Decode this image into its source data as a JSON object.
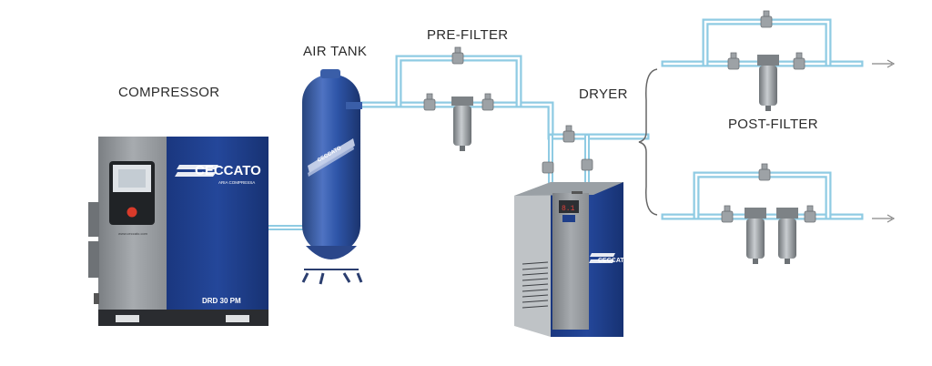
{
  "labels": {
    "compressor": "COMPRESSOR",
    "air_tank": "AIR TANK",
    "pre_filter": "PRE-FILTER",
    "dryer": "DRYER",
    "post_filter": "POST-FILTER"
  },
  "compressor_unit": {
    "brand": "CECCATO",
    "brand_sub": "ARIA COMPRESSA",
    "model": "DRD 30 PM",
    "url": "www.ceccato.com"
  },
  "dryer_unit": {
    "brand": "CECCATO",
    "display": "8.1"
  },
  "tank_unit": {
    "brand": "CECCATO"
  },
  "colors": {
    "brand_blue": "#1d3f8f",
    "pipe_outer": "#7fc4df",
    "pipe_inner": "#ffffff",
    "cabinet_gray": "#8d9195"
  }
}
